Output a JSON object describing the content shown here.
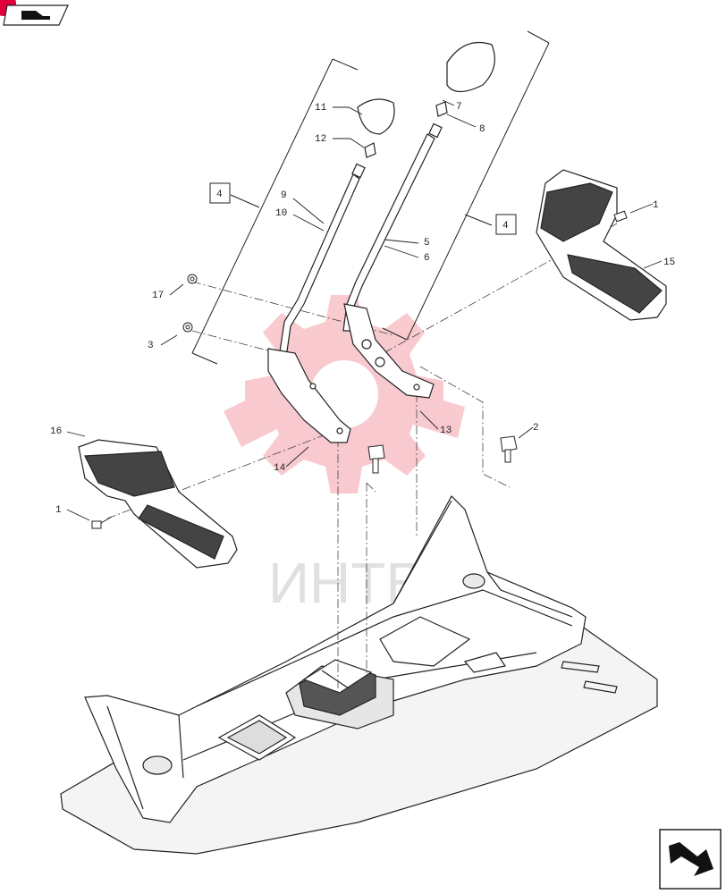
{
  "header": {
    "badge_color": "#e0003c",
    "icon": "prev-page-icon"
  },
  "footer": {
    "icon": "next-page-icon"
  },
  "watermark": {
    "text": "ИНТЕХ",
    "color": "#f4a0a8"
  },
  "callouts": [
    {
      "id": "c1a",
      "label": "1"
    },
    {
      "id": "c1b",
      "label": "1"
    },
    {
      "id": "c2",
      "label": "2"
    },
    {
      "id": "c3",
      "label": "3"
    },
    {
      "id": "c5",
      "label": "5"
    },
    {
      "id": "c6",
      "label": "6"
    },
    {
      "id": "c7",
      "label": "7"
    },
    {
      "id": "c8",
      "label": "8"
    },
    {
      "id": "c9",
      "label": "9"
    },
    {
      "id": "c10",
      "label": "10"
    },
    {
      "id": "c11",
      "label": "11"
    },
    {
      "id": "c12",
      "label": "12"
    },
    {
      "id": "c13",
      "label": "13"
    },
    {
      "id": "c14",
      "label": "14"
    },
    {
      "id": "c15",
      "label": "15"
    },
    {
      "id": "c16",
      "label": "16"
    },
    {
      "id": "c17",
      "label": "17"
    }
  ],
  "boxed_refs": [
    {
      "id": "b4a",
      "label": "4"
    },
    {
      "id": "b4b",
      "label": "4"
    }
  ]
}
